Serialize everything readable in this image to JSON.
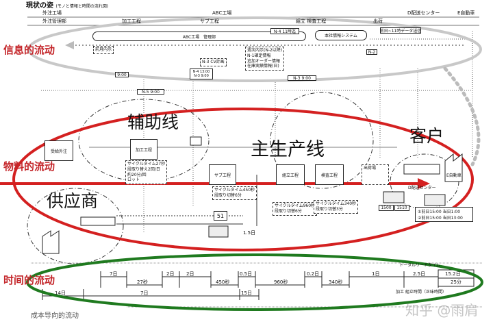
{
  "title": "現状の姿",
  "subtitle": "(モノと情報と時間の流れ図)",
  "header_row1": [
    "外注工場",
    "ABC工場",
    "D配送センター",
    "E自動車"
  ],
  "header_row2": [
    "外注管理部",
    "加工工程",
    "サブ工程",
    "組立 検査工程",
    "出荷"
  ],
  "info": {
    "mgmt": "ABC工場　管理部",
    "system": "本社情報システム",
    "deadline": "N-4 11時迄",
    "send": "前日~11時データ送信",
    "monthly": "前月内示",
    "cv_plan": "N-3 CV計画",
    "orders": [
      "週次内示(N-2以降)",
      "N-1確定情報",
      "追加オーダー情報",
      "在庫実績情報(日)"
    ],
    "times": [
      "N-4 13:00",
      "N-3 9:00",
      "N-5 9:00",
      "N-3 9:00",
      "9:00",
      "N-2"
    ]
  },
  "flow_labels": {
    "info": "信息的流动",
    "material": "物料的流动",
    "time": "时间的流动",
    "cost": "成本导向的流动"
  },
  "line_labels": {
    "aux": "辅助线",
    "main": "主生产线",
    "customer": "客户",
    "supplier": "供应商"
  },
  "process": {
    "supplier_small": "受給外注",
    "machining": "加工工程",
    "sub": "サブ工程",
    "assembly": "組立工程",
    "inspection": "検査工程",
    "shipping": "出荷場",
    "dc": "D配送センター",
    "car": "E自動車",
    "cycle1": [
      "サイクルタイム27秒",
      "段取り替え2回/日",
      "約20分/回",
      "ロット"
    ],
    "cycle2": [
      "サイクルタイム450秒",
      "段取り切替6分"
    ],
    "cycle3": [
      "サイクルタイム960秒",
      "段取り切替6分"
    ],
    "cycle4": [
      "サイクルタイム340秒",
      "段取り切替3分"
    ],
    "truck_times": [
      "1500",
      "1510"
    ],
    "delivery": [
      "①前日15:00 当日1:00",
      "②前日15:00 当日13:00"
    ],
    "lot": "1.5日",
    "kanban": "51"
  },
  "timeline": {
    "top_days": [
      "7日",
      "2日",
      "2日",
      "0.5日",
      "0.2日",
      "1日",
      "2.5日",
      "15.2日"
    ],
    "top_secs": [
      "27秒",
      "450秒",
      "960秒",
      "340秒",
      "25分"
    ],
    "bottom_days": [
      "14日",
      "7日",
      "15日"
    ],
    "lead_time": "トータルリードタイム",
    "net_time": "加工 組立時間（正味時間）"
  },
  "watermark": "知乎 @雨肩",
  "colors": {
    "info_ellipse": "#c8c8c8",
    "material_ellipse": "#d42020",
    "time_ellipse": "#1f7a1f",
    "label_red": "#c4262a"
  }
}
